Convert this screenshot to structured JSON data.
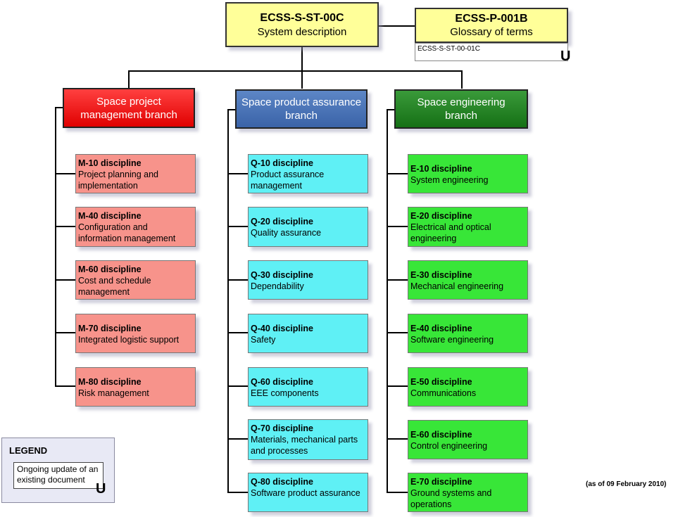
{
  "top": {
    "code": "ECSS-S-ST-00C",
    "title": "System description"
  },
  "glossary": {
    "code": "ECSS-P-001B",
    "title": "Glossary of terms",
    "ref": "ECSS-S-ST-00-01C"
  },
  "branches": {
    "m": {
      "label": "Space project management branch"
    },
    "q": {
      "label": "Space product assurance branch"
    },
    "e": {
      "label": "Space engineering branch"
    }
  },
  "m_disc": [
    {
      "code": "M-10 discipline",
      "desc": "Project planning and implementation"
    },
    {
      "code": "M-40 discipline",
      "desc": "Configuration and information management"
    },
    {
      "code": "M-60 discipline",
      "desc": "Cost and schedule management"
    },
    {
      "code": "M-70 discipline",
      "desc": "Integrated logistic support"
    },
    {
      "code": "M-80 discipline",
      "desc": "Risk management"
    }
  ],
  "q_disc": [
    {
      "code": "Q-10 discipline",
      "desc": "Product assurance management"
    },
    {
      "code": "Q-20 discipline",
      "desc": "Quality assurance"
    },
    {
      "code": "Q-30 discipline",
      "desc": "Dependability"
    },
    {
      "code": "Q-40 discipline",
      "desc": "Safety"
    },
    {
      "code": "Q-60 discipline",
      "desc": "EEE components"
    },
    {
      "code": "Q-70 discipline",
      "desc": "Materials, mechanical parts and processes"
    },
    {
      "code": "Q-80 discipline",
      "desc": "Software product assurance"
    }
  ],
  "e_disc": [
    {
      "code": "E-10 discipline",
      "desc": "System engineering"
    },
    {
      "code": "E-20 discipline",
      "desc": "Electrical and optical engineering"
    },
    {
      "code": "E-30 discipline",
      "desc": "Mechanical engineering"
    },
    {
      "code": "E-40 discipline",
      "desc": "Software engineering"
    },
    {
      "code": "E-50 discipline",
      "desc": "Communications"
    },
    {
      "code": "E-60 discipline",
      "desc": "Control engineering"
    },
    {
      "code": "E-70 discipline",
      "desc": "Ground systems and operations"
    }
  ],
  "legend": {
    "title": "LEGEND",
    "item": "Ongoing update of an existing document",
    "icon": "u-update-icon"
  },
  "date": "(as of 09 February 2010)"
}
